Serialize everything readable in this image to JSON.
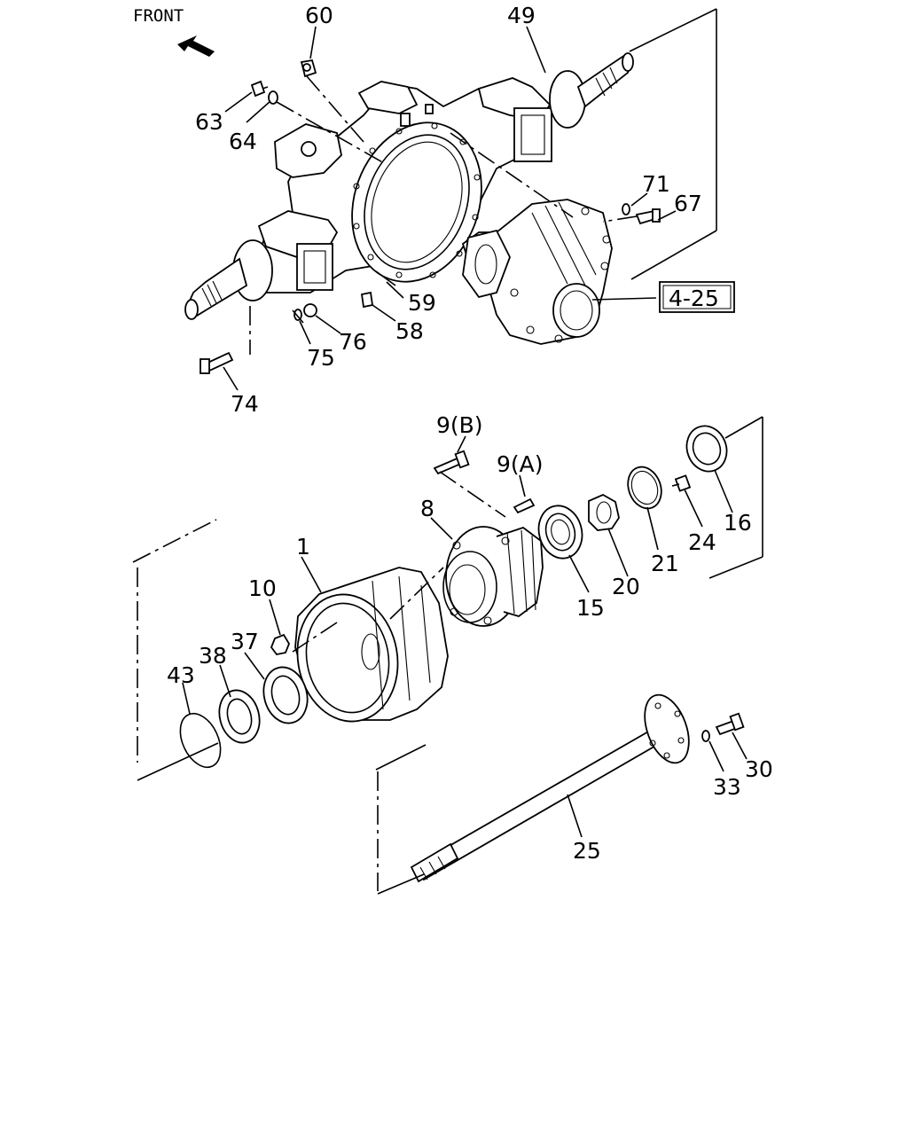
{
  "front_label": "FRONT",
  "ref_box_label": "4-25",
  "callouts": {
    "c60": "60",
    "c49": "49",
    "c63": "63",
    "c64": "64",
    "c71": "71",
    "c67": "67",
    "c59": "59",
    "c58": "58",
    "c76": "76",
    "c75": "75",
    "c74": "74",
    "c9b": "9(B)",
    "c9a": "9(A)",
    "c8": "8",
    "c1": "1",
    "c10": "10",
    "c37": "37",
    "c38": "38",
    "c43": "43",
    "c15": "15",
    "c20": "20",
    "c21": "21",
    "c24": "24",
    "c16": "16",
    "c25": "25",
    "c30": "30",
    "c33": "33"
  }
}
